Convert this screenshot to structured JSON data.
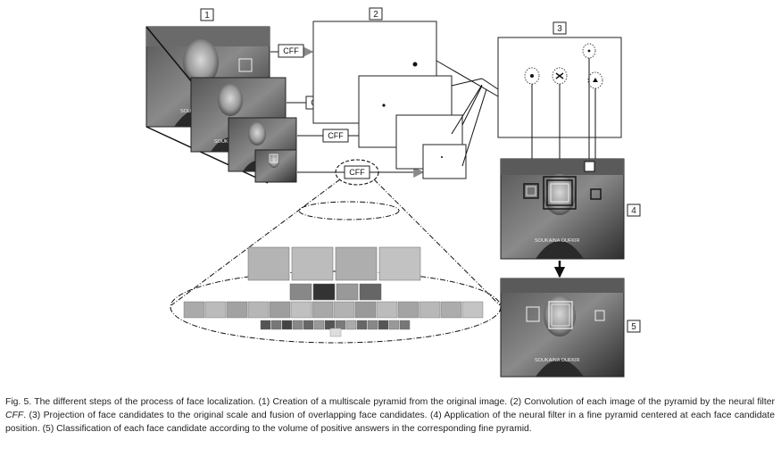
{
  "figure": {
    "step_labels": [
      "1",
      "2",
      "3",
      "4",
      "5"
    ],
    "filter_label": "CFF",
    "image_overlay_text": "SOUKAINA OUFKIR",
    "image_overlay_text_short": "SOU",
    "colors": {
      "frame": "#222222",
      "arrow": "#8a8a8a",
      "photo_dark": "#3a3a3a",
      "photo_mid": "#7a7a7a"
    }
  },
  "caption": {
    "part1": "Fig. 5. The different steps of the process of face localization. (1) Creation of a multiscale pyramid from the original image. (2) Convolution of each image of the pyramid by the neural filter ",
    "filter_name": "CFF",
    "part2": ". (3) Projection of face candidates to the original scale and fusion of overlapping face candidates. (4) Application of the neural filter in a fine pyramid centered at each face candidate position. (5) Classification of each face candidate according to the volume of positive answers in the corresponding fine pyramid."
  }
}
